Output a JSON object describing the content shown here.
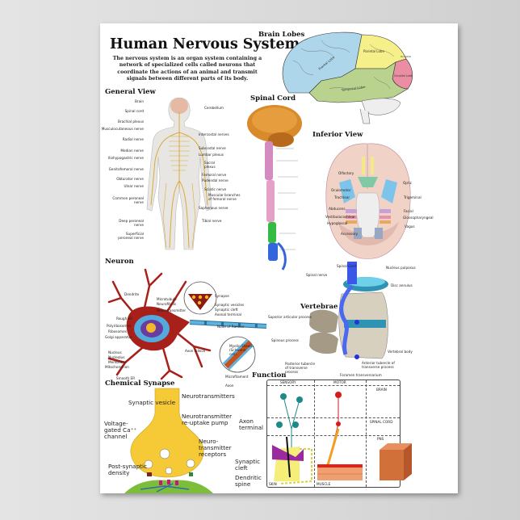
{
  "poster": {
    "title": "Human Nervous System",
    "intro": "The nervous system is an organ system containing a network of specialized cells called neurons that coordinate the actions of an animal and transmit signals between different parts of its body."
  },
  "brain_lobes": {
    "heading": "Brain Lobes",
    "labels": [
      "Frontal Lobe",
      "Parietal Lobe",
      "Occipital Lobe",
      "Temporal Lobe",
      "Occipital"
    ],
    "colors": {
      "frontal": "#aed6ea",
      "parietal": "#f6f08a",
      "occipital": "#ec8ea3",
      "temporal": "#b9d38e"
    }
  },
  "general_view": {
    "heading": "General View",
    "left_labels": [
      "Brain",
      "Spinal cord",
      "Brachial plexus",
      "Musculocutaneous nerve",
      "Radial nerve",
      "Median nerve",
      "Iliohypogastric nerve",
      "Genitofemoral nerve",
      "Obturator nerve",
      "Ulnar nerve",
      "Common peroneal nerve",
      "Deep peroneal nerve",
      "Superficial peroneal nerve"
    ],
    "right_labels": [
      "Cerebellum",
      "Intercostal nerves",
      "Subcostal nerve",
      "Lumbar plexus",
      "Sacral plexus",
      "Femoral nerve",
      "Pudendal nerve",
      "Sciatic nerve",
      "Muscular branches of femoral nerve",
      "Saphenous nerve",
      "Tibial nerve"
    ]
  },
  "spinal_cord": {
    "heading": "Spinal Cord"
  },
  "inferior_view": {
    "heading": "Inferior View",
    "labels": [
      "Olfactory",
      "Optic",
      "Oculomotor",
      "Trochlear",
      "Trigeminal",
      "Abducens",
      "Facial",
      "Vestibulocochlear",
      "Glossopharyngeal",
      "Hypoglossal",
      "Vagus",
      "Accessory"
    ]
  },
  "neuron": {
    "heading": "Neuron",
    "labels": [
      "Dendrite",
      "Microtubule",
      "Neurofibrils",
      "Neurotransmitter",
      "Synapse",
      "Synaptic vesicles",
      "Synaptic cleft",
      "Axonal terminal",
      "Rough ER",
      "Polyribosomes",
      "Ribosomes",
      "Golgi apparatus",
      "Nucleus",
      "Nucleolus",
      "Membrane",
      "Mitochondrion",
      "Smooth ER",
      "Node of Ranvier",
      "Axon hillock",
      "Myelin Sheath (Schwann cell)",
      "Microfilament",
      "Axon"
    ]
  },
  "vertebrae": {
    "heading": "Vertebrae",
    "labels": [
      "Spinal Cord",
      "Nucleus pulposus",
      "Spinal nerve",
      "Disc annulus",
      "Superior articular process",
      "Spinous process",
      "Vertebral body",
      "Posterior tubercle of transverse process",
      "Anterior tubercle of transverse process",
      "Foramen transversarium"
    ]
  },
  "chemical_synapse": {
    "heading": "Chemical Synapse",
    "labels": {
      "synaptic_vesicle": "Synaptic vesicle",
      "neurotransmitters": "Neurotransmitters",
      "reuptake": "Neurotransmitter re-uptake pump",
      "axon_terminal": "Axon terminal",
      "calcium": "Voltage-gated Ca⁺⁺ channel",
      "receptors": "Neuro-transmitter receptors",
      "cleft": "Synaptic cleft",
      "density": "Post-synaptic density",
      "spine": "Dendritic spine"
    }
  },
  "function": {
    "heading": "Function",
    "columns": [
      "SENSORY",
      "MOTOR"
    ],
    "legend": [
      "BRAIN",
      "SPINAL CORD",
      "PNS"
    ],
    "bottom_labels": [
      "SKIN",
      "MUSCLE"
    ]
  }
}
